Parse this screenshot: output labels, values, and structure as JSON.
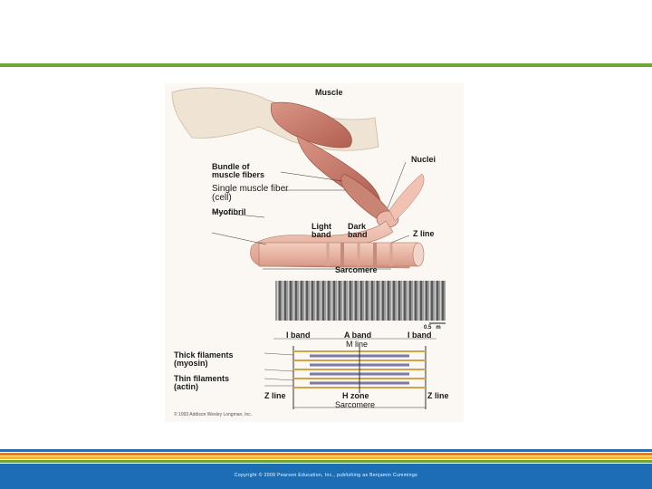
{
  "figure": {
    "labels": {
      "muscle": "Muscle",
      "bundle": "Bundle of\nmuscle fibers",
      "nuclei": "Nuclei",
      "single_fiber": "Single muscle fiber\n(cell)",
      "myofibril": "Myofibril",
      "light_band": "Light\nband",
      "dark_band": "Dark\nband",
      "z_line_top": "Z line",
      "sarcomere_top": "Sarcomere",
      "scale": "0.5   m",
      "i_band_left": "I band",
      "a_band": "A band",
      "i_band_right": "I band",
      "m_line": "M line",
      "thick": "Thick filaments\n(myosin)",
      "thin": "Thin filaments\n(actin)",
      "z_line_left": "Z line",
      "h_zone": "H zone",
      "z_line_right": "Z line",
      "sarcomere_bottom": "Sarcomere",
      "copyright": "© 1993 Addison Wesley Longman, Inc."
    }
  },
  "footer": {
    "stripe_colors": [
      "#2b6cb0",
      "#e07b27",
      "#f2b632",
      "#6fa43a"
    ],
    "copyright": "Copyright © 2009 Pearson Education, Inc., publishing as Benjamin Cummings"
  },
  "colors": {
    "accent_green": "#6fa43a",
    "footer_blue": "#1d6db5",
    "muscle": "#c87a6a"
  }
}
